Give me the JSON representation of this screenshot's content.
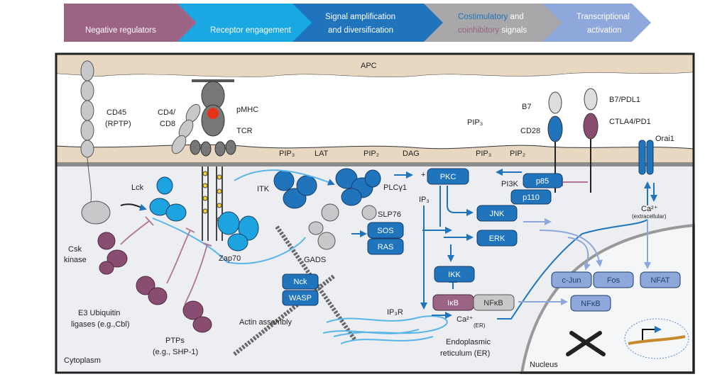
{
  "banner": {
    "steps": [
      {
        "label": "Negative regulators",
        "color": "#9b6384"
      },
      {
        "label": "Receptor engagement",
        "color": "#19a8e2"
      },
      {
        "label_line1": "Signal amplification",
        "label_line2": "and diversification",
        "color": "#1f74bc"
      },
      {
        "label_line1_a": "Costimulatory",
        "label_line1_b": " and",
        "label_line2_a": "coinhibitory",
        "label_line2_b": " signals",
        "color": "#a8a8aa",
        "costim_color": "#1f74bc",
        "coinhib_color": "#9b6384"
      },
      {
        "label_line1": "Transcriptional",
        "label_line2": "activation",
        "color": "#8fa8dc"
      }
    ]
  },
  "colors": {
    "apc": "#e8d7c1",
    "cytoplasm": "#eceef1",
    "signal_blue": "#1f74bc",
    "transcription_blue": "#8fa8dc",
    "inhibitor_purple": "#8a4d72",
    "membrane": "#8c8c8c"
  },
  "labels": {
    "apc": "APC",
    "cd45": "CD45",
    "cd45_sub": "(RPTP)",
    "cd4": "CD4/",
    "cd8": "CD8",
    "pmhc": "pMHC",
    "tcr": "TCR",
    "b7": "B7",
    "cd28": "CD28",
    "b7pdl1": "B7/PDL1",
    "ctla4pd1": "CTLA4/PD1",
    "orai1": "Orai1",
    "pip3_top": "PIP₃",
    "pip3_a": "PIP₃",
    "lat": "LAT",
    "pip2_a": "PIP₂",
    "dag": "DAG",
    "pip3_b": "PIP₃",
    "pip2_b": "PIP₂",
    "lck": "Lck",
    "itk": "ITK",
    "plcg1": "PLCγ1",
    "ip3": "IP₃",
    "slp76": "SLP76",
    "pi3k": "PI3K",
    "zap70": "Zap70",
    "gads": "GADS",
    "csk1": "Csk",
    "csk2": "kinase",
    "e3_1": "E3 Ubiquitin",
    "e3_2": "ligases (e.g.,Cbl)",
    "ptps1": "PTPs",
    "ptps2": "(e.g., SHP-1)",
    "actin": "Actin assembly",
    "ip3r": "IP₃R",
    "ca_er": "Ca²⁺",
    "ca_er_sub": "(ER)",
    "ca_ext": "Ca²⁺",
    "ca_ext_sub": "(extracellular)",
    "er1": "Endoplasmic",
    "er2": "reticulum (ER)",
    "cytoplasm": "Cytoplasm",
    "nucleus": "Nucleus",
    "plus": "+"
  },
  "boxes": {
    "pkc": "PKC",
    "p85": "p85",
    "p110": "p110",
    "jnk": "JNK",
    "erk": "ERK",
    "sos": "SOS",
    "ras": "RAS",
    "ikk": "IKK",
    "ikb": "IκB",
    "nfkb_cyto": "NFκB",
    "nck": "Nck",
    "wasp": "WASP",
    "cjun": "c-Jun",
    "fos": "Fos",
    "nfat": "NFAT",
    "nfkb_nuc": "NFκB"
  }
}
